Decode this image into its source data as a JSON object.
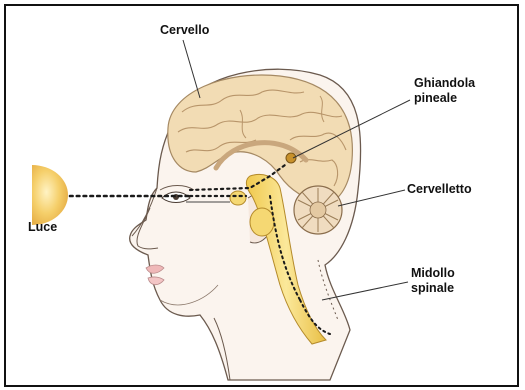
{
  "labels": {
    "brain": "Cervello",
    "pineal_line1": "Ghiandola",
    "pineal_line2": "pineale",
    "cerebellum": "Cervelletto",
    "light": "Luce",
    "spinal_line1": "Midollo",
    "spinal_line2": "spinale"
  },
  "icons": {
    "sun": "sun-icon"
  },
  "colors": {
    "brain_fill": "#f2dcb4",
    "brain_fold": "#d8b78a",
    "skin_outline": "#6b5a4e",
    "cord_fill": "#f3d46a",
    "sun_fill": "#f5cf6a",
    "frame": "#111111"
  }
}
